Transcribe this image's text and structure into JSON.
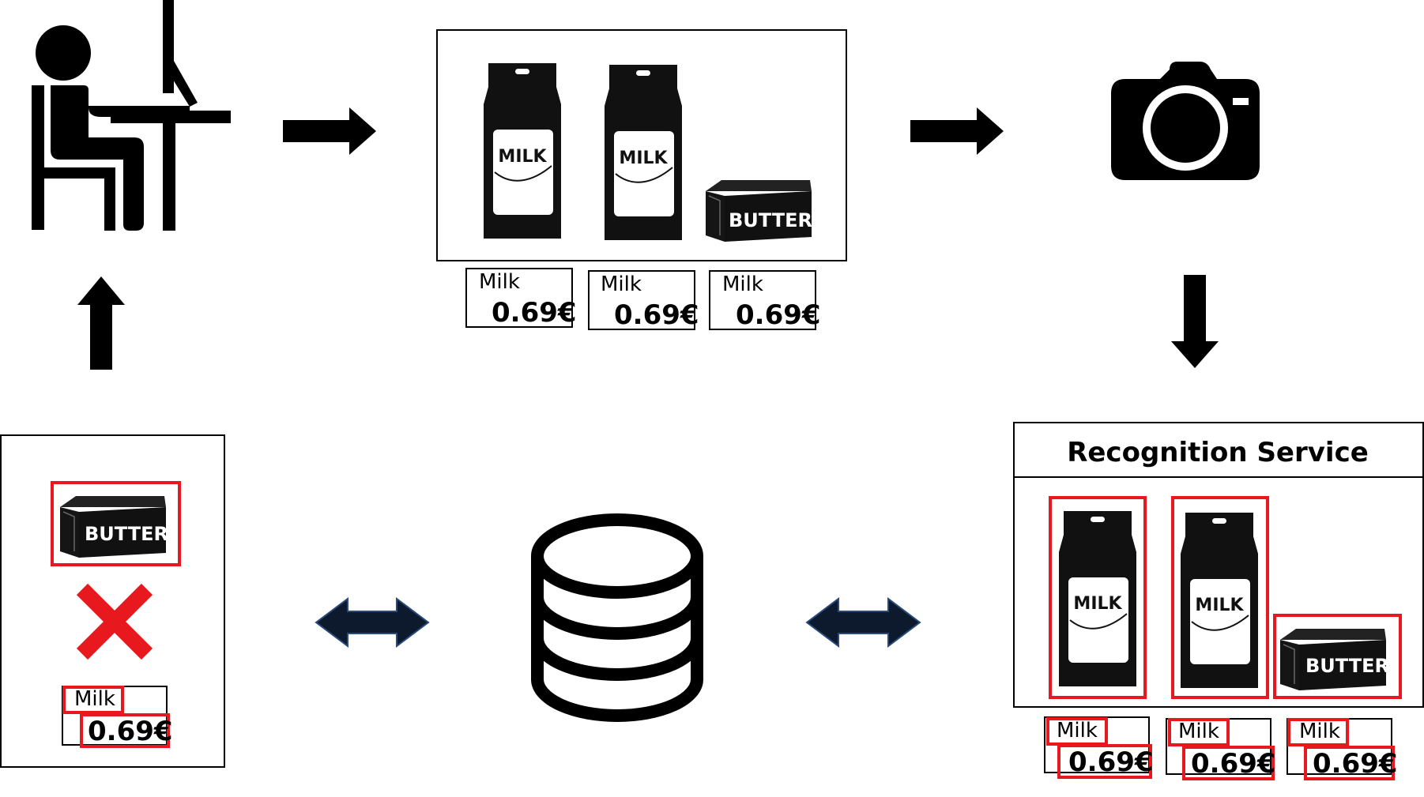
{
  "shelf": {
    "milk_label": "MILK",
    "butter_label": "BUTTER",
    "price_tags": [
      {
        "name": "Milk",
        "price": "0.69€"
      },
      {
        "name": "Milk",
        "price": "0.69€"
      },
      {
        "name": "Milk",
        "price": "0.69€"
      }
    ]
  },
  "recognition": {
    "title": "Recognition Service",
    "milk_label": "MILK",
    "butter_label": "BUTTER",
    "price_tags": [
      {
        "name": "Milk",
        "price": "0.69€"
      },
      {
        "name": "Milk",
        "price": "0.69€"
      },
      {
        "name": "Milk",
        "price": "0.69€"
      }
    ]
  },
  "result": {
    "butter_label": "BUTTER",
    "price_tag": {
      "name": "Milk",
      "price": "0.69€"
    }
  },
  "colors": {
    "ink": "#000000",
    "highlight": "#e8191e",
    "mismatch": "#e8191e",
    "double_arrow": "#0d1a2e"
  },
  "icons": [
    "person-at-computer-icon",
    "camera-icon",
    "database-icon",
    "mismatch-cross-icon"
  ]
}
